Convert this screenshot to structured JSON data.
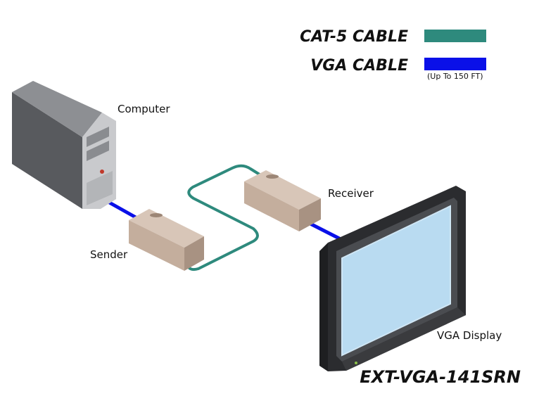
{
  "legend": {
    "items": [
      {
        "label": "CAT-5 CABLE",
        "color": "#2e8a7d",
        "note": ""
      },
      {
        "label": "VGA CABLE",
        "color": "#0a10e8",
        "note": "(Up To 150 FT)"
      }
    ]
  },
  "devices": {
    "computer": "Computer",
    "sender": "Sender",
    "receiver": "Receiver",
    "display": "VGA Display"
  },
  "model": "EXT-VGA-141SRN",
  "colors": {
    "cat5": "#2e8a7d",
    "vga": "#0a10e8",
    "extender_body": "#c8b3a3",
    "computer_body": "#5b5d61",
    "screen": "#b9dbf1"
  }
}
